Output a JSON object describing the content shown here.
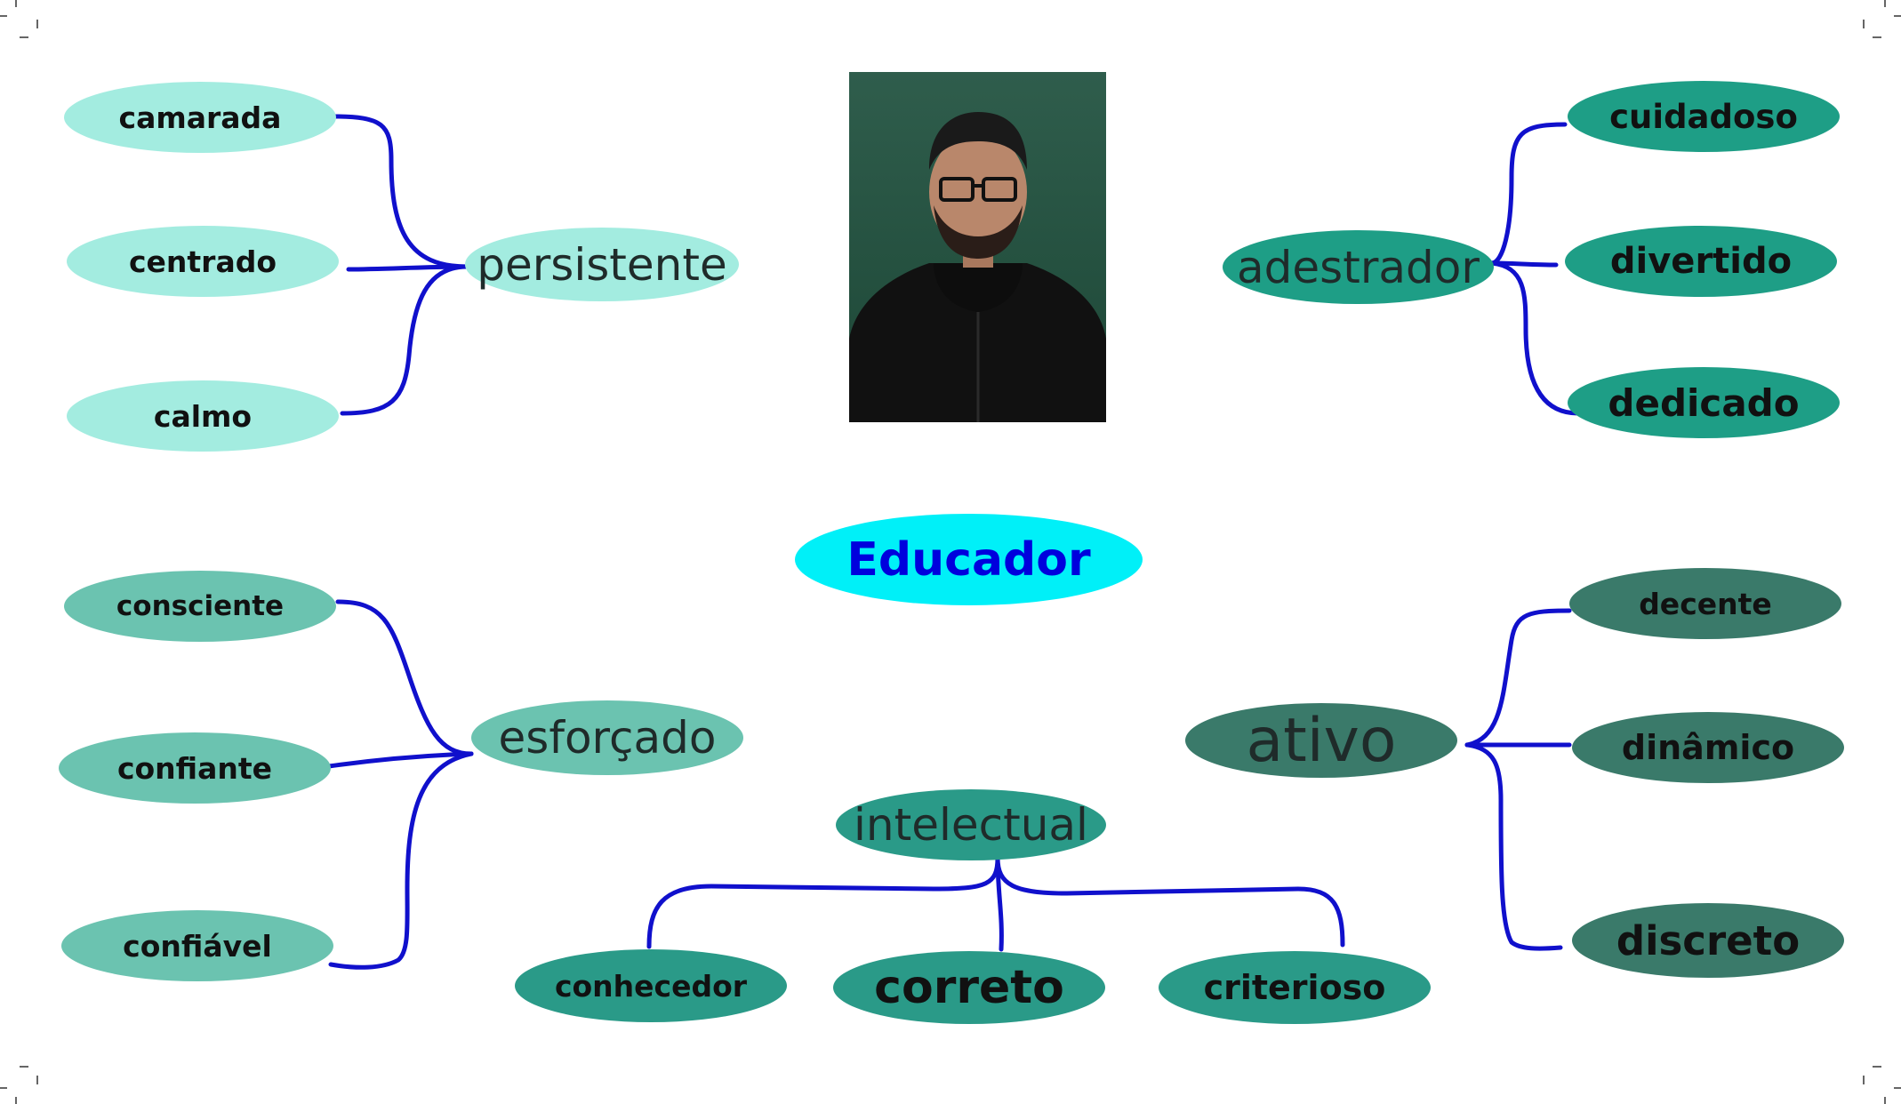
{
  "center": {
    "label": "Educador"
  },
  "colors": {
    "center": "#00f0f8",
    "center_text": "#0000dd",
    "light": "#a3ece0",
    "mid": "#6bc3b0",
    "teal": "#1e9e86",
    "intellect": "#2a9a88",
    "dark": "#3a7a6a",
    "connector": "#1010cc"
  },
  "groups": {
    "persistente": {
      "label": "persistente",
      "children": [
        "camarada",
        "centrado",
        "calmo"
      ]
    },
    "adestrador": {
      "label": "adestrador",
      "children": [
        "cuidadoso",
        "divertido",
        "dedicado"
      ]
    },
    "esforcado": {
      "label": "esforçado",
      "children": [
        "consciente",
        "confiante",
        "confiável"
      ]
    },
    "ativo": {
      "label": "ativo",
      "children": [
        "decente",
        "dinâmico",
        "discreto"
      ]
    },
    "intelectual": {
      "label": "intelectual",
      "children": [
        "conhecedor",
        "correto",
        "criterioso"
      ]
    }
  },
  "photo": {
    "description_icon": "person-photo"
  }
}
